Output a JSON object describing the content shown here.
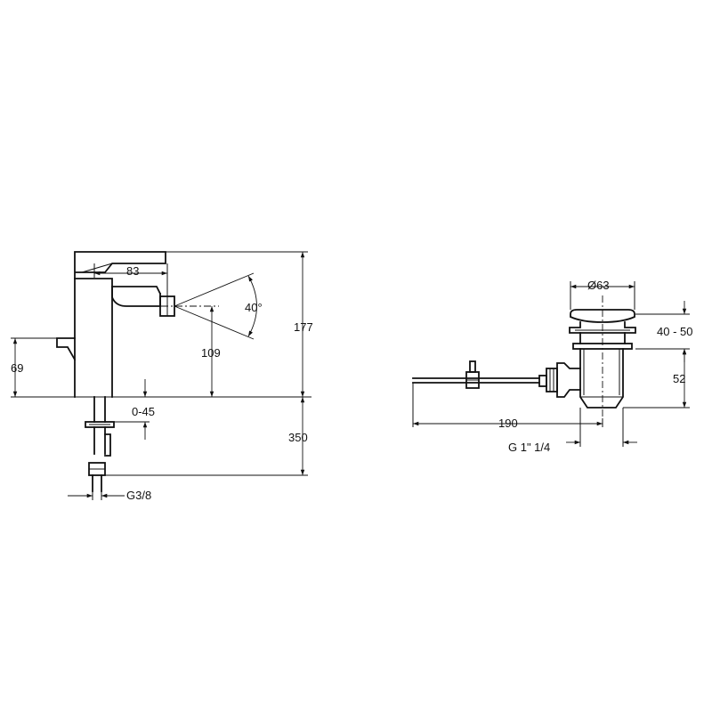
{
  "faucet": {
    "dimensions": {
      "spout_reach": "83",
      "spray_angle": "40°",
      "total_height": "177",
      "nozzle_height": "109",
      "pull_rod_height": "69",
      "deck_thickness": "0-45",
      "hose_length": "350",
      "connection_thread": "G3/8"
    }
  },
  "waste": {
    "dimensions": {
      "plug_diameter": "Ø63",
      "flange_range": "40 - 50",
      "body_height": "52",
      "rod_length": "190",
      "outlet_thread": "G 1\" 1/4"
    }
  }
}
